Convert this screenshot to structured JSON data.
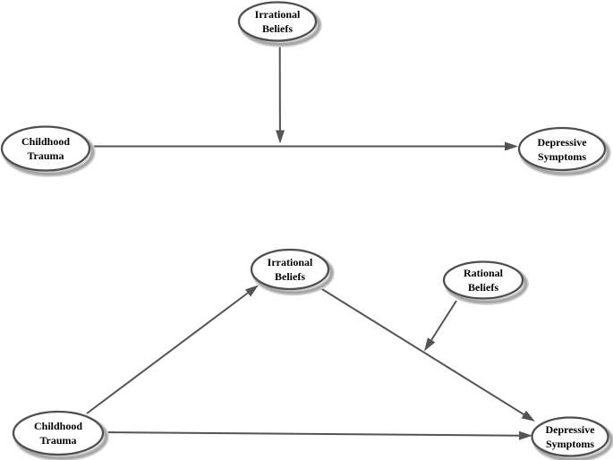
{
  "figure": {
    "background_color": "#ffffff",
    "line_color": "#545454",
    "node_border_color": "#4f4f4f",
    "node_fill_color": "#ffffff",
    "shadow_color": "#a6a6a6",
    "text_color": "#000000"
  },
  "model_a": {
    "description": "simple moderation path model (top)",
    "nodes": {
      "irrational_beliefs": {
        "line1": "Irrational",
        "line2": "Beliefs"
      },
      "childhood_trauma": {
        "line1": "Childhood",
        "line2": "Trauma"
      },
      "depressive_symptoms": {
        "line1": "Depressive",
        "line2": "Symptoms"
      }
    },
    "edges": [
      {
        "from": "childhood_trauma",
        "to": "depressive_symptoms",
        "type": "direct-arrow"
      },
      {
        "from": "irrational_beliefs",
        "to": "path childhood_trauma->depressive_symptoms",
        "type": "moderation-arrow"
      }
    ]
  },
  "model_b": {
    "description": "moderated mediation path model (bottom)",
    "nodes": {
      "irrational_beliefs": {
        "line1": "Irrational",
        "line2": "Beliefs"
      },
      "rational_beliefs": {
        "line1": "Rational",
        "line2": "Beliefs"
      },
      "childhood_trauma": {
        "line1": "Childhood",
        "line2": "Trauma"
      },
      "depressive_symptoms": {
        "line1": "Depressive",
        "line2": "Symptoms"
      }
    },
    "edges": [
      {
        "from": "childhood_trauma",
        "to": "irrational_beliefs",
        "type": "direct-arrow"
      },
      {
        "from": "irrational_beliefs",
        "to": "depressive_symptoms",
        "type": "direct-arrow"
      },
      {
        "from": "childhood_trauma",
        "to": "depressive_symptoms",
        "type": "direct-arrow"
      },
      {
        "from": "rational_beliefs",
        "to": "path irrational_beliefs->depressive_symptoms",
        "type": "moderation-arrow"
      }
    ]
  }
}
